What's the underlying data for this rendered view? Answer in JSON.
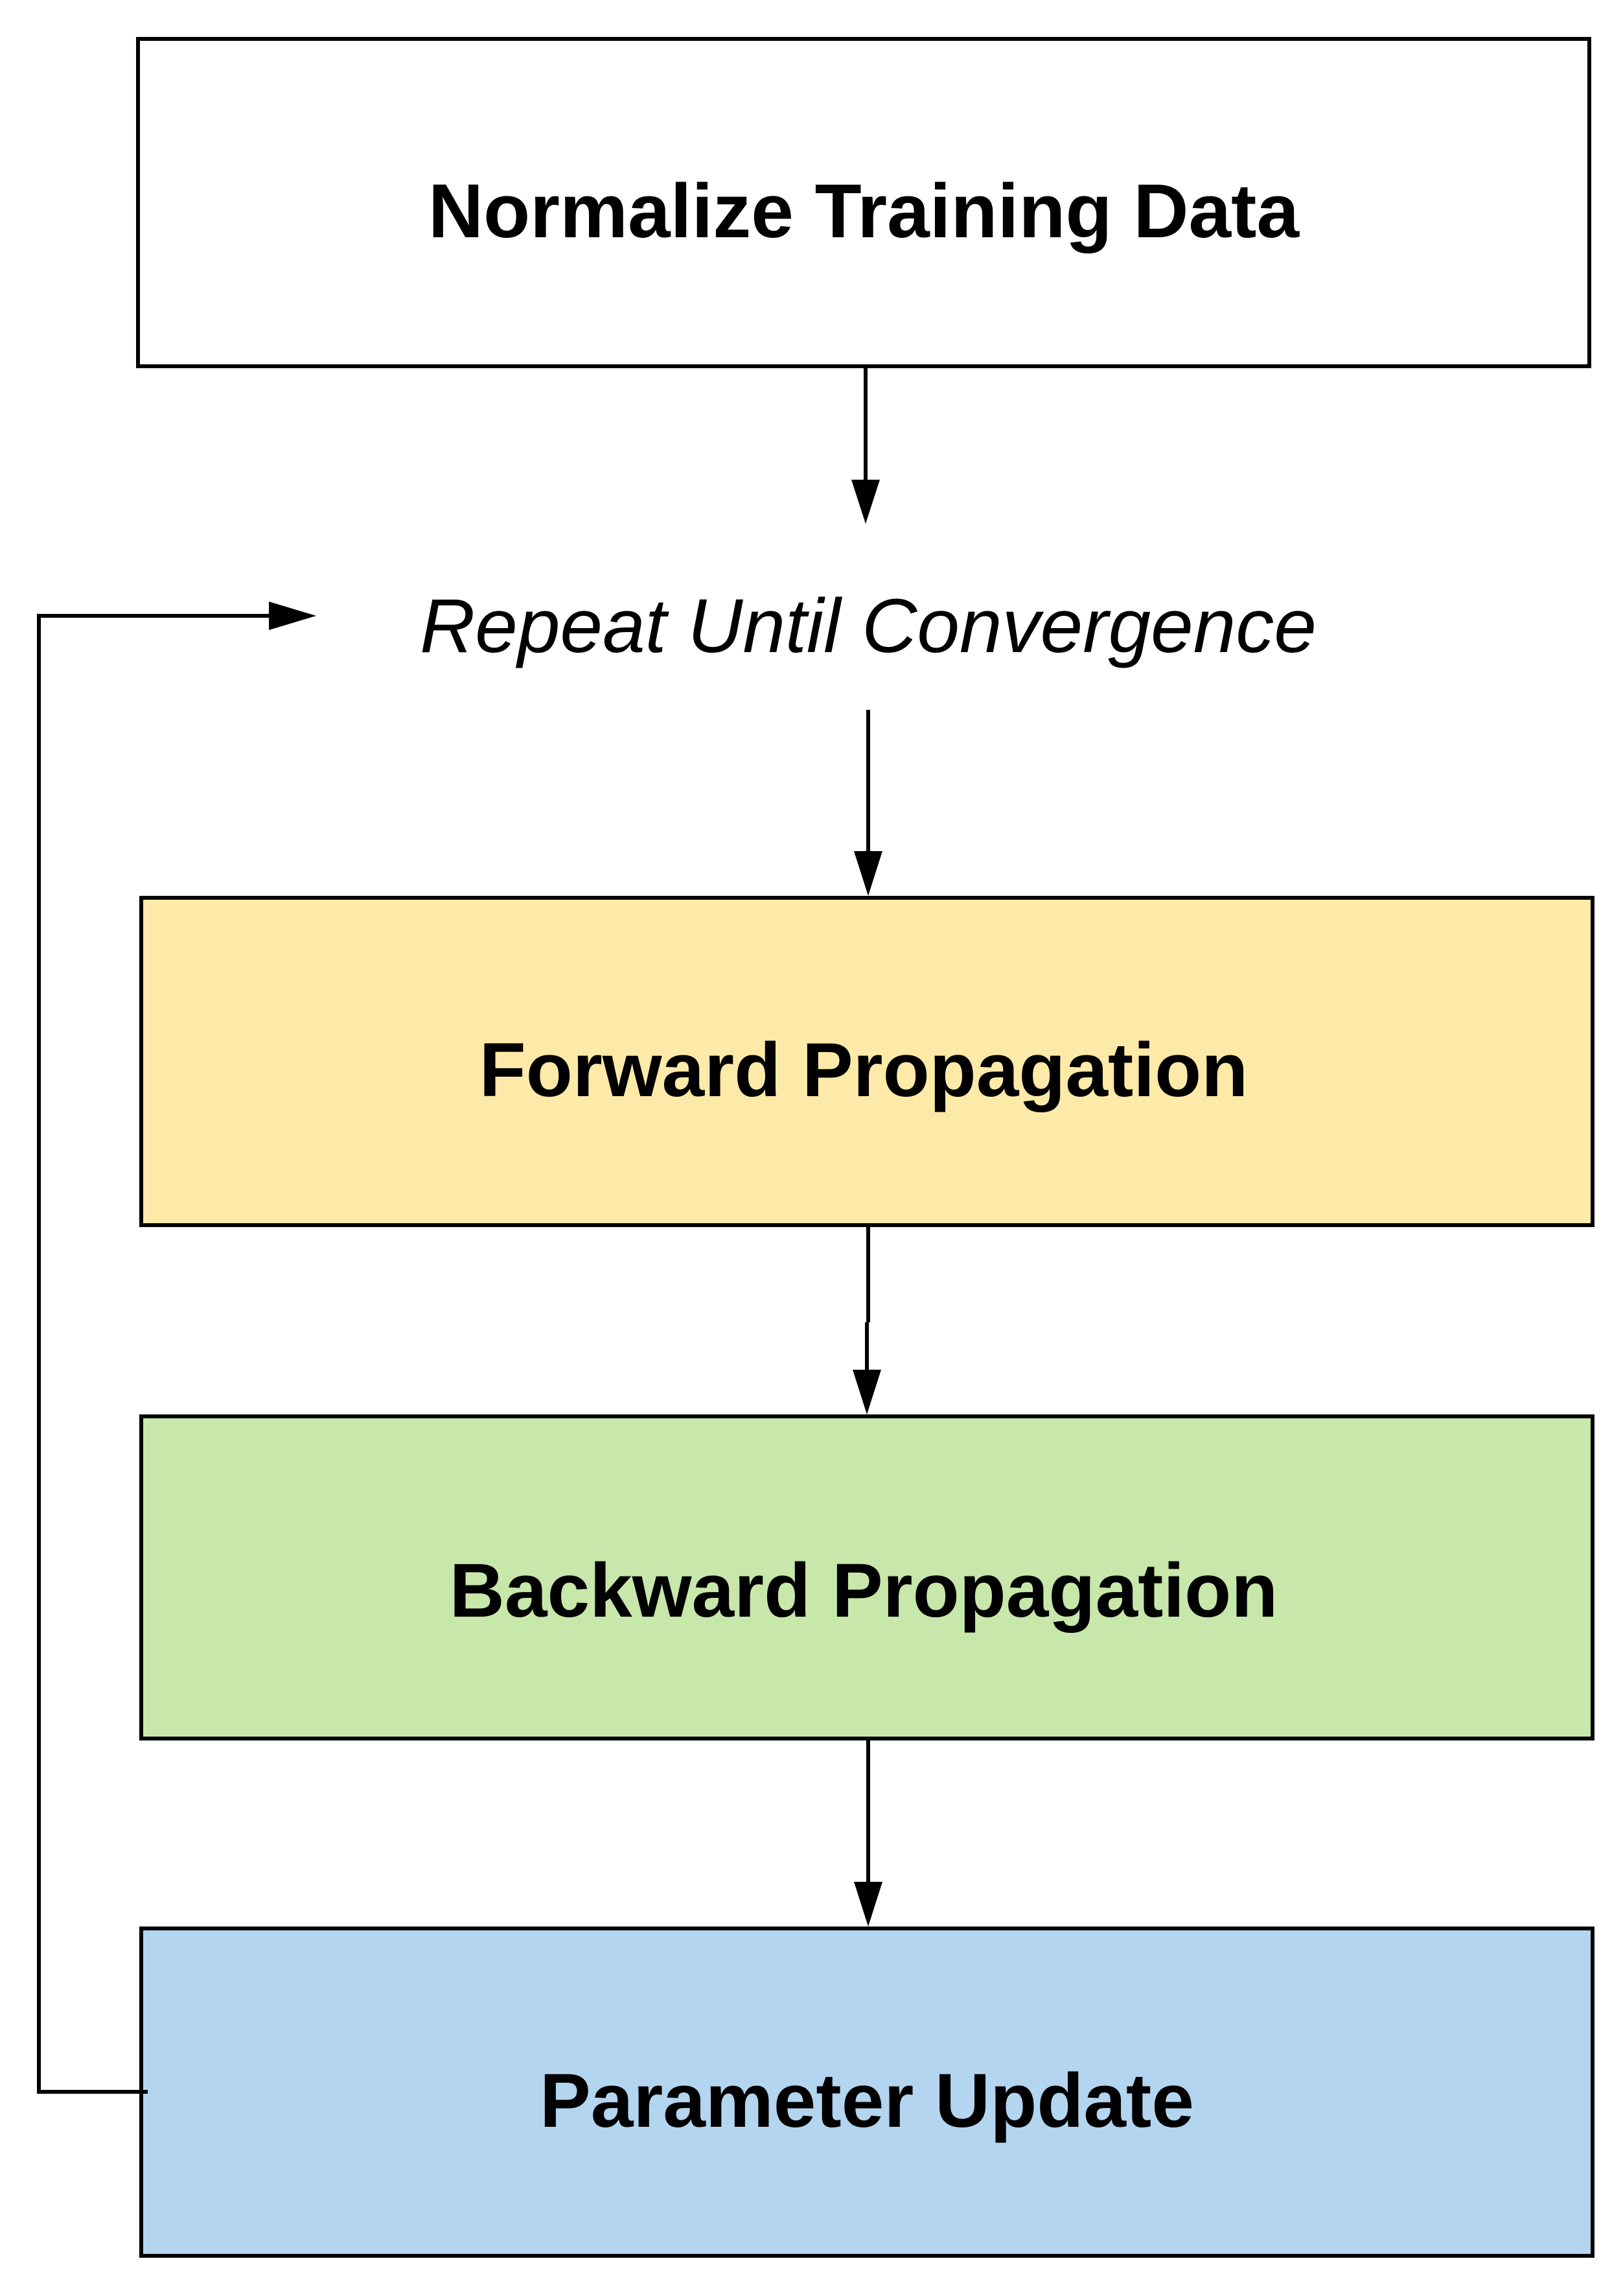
{
  "nodes": {
    "normalize": {
      "label": "Normalize Training Data",
      "fill": "#ffffff"
    },
    "loop": {
      "label": "Repeat Until Convergence"
    },
    "forward": {
      "label": "Forward Propagation",
      "fill": "#feeaa8"
    },
    "backward": {
      "label": "Backward Propagation",
      "fill": "#c8e7ab"
    },
    "update": {
      "label": "Parameter Update",
      "fill": "#b3d5ef"
    }
  },
  "edges": [
    {
      "from": "normalize",
      "to": "loop"
    },
    {
      "from": "loop",
      "to": "forward"
    },
    {
      "from": "forward",
      "to": "backward"
    },
    {
      "from": "backward",
      "to": "update"
    },
    {
      "from": "update",
      "to": "loop",
      "kind": "feedback"
    }
  ]
}
